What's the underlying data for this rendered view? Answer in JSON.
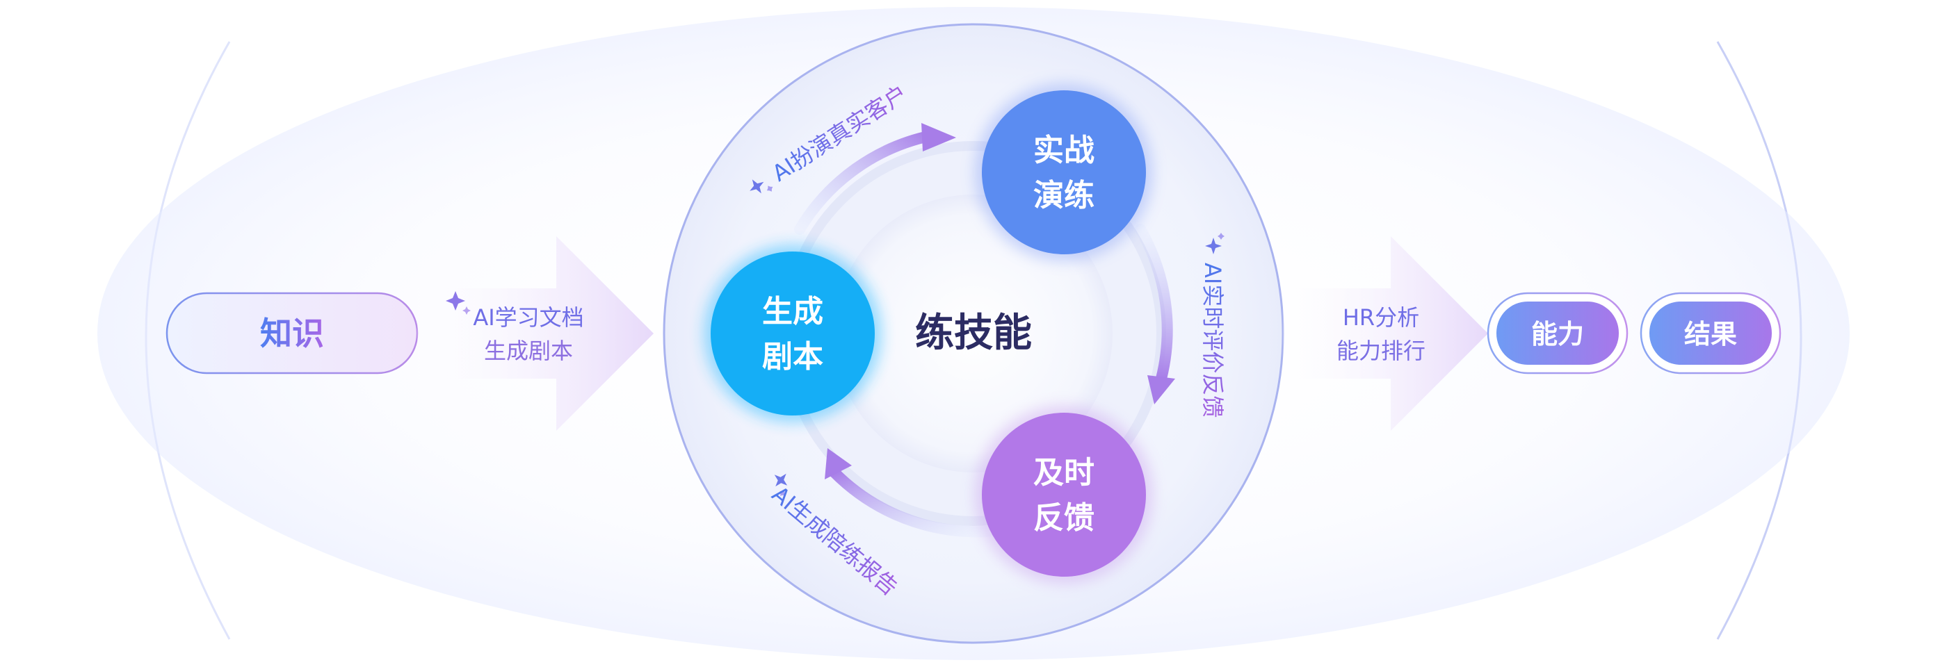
{
  "input": {
    "label": "知识"
  },
  "arrow_in": {
    "line1": "AI学习文档",
    "line2": "生成剧本"
  },
  "core": {
    "label": "练技能"
  },
  "nodes": {
    "script": {
      "line1": "生成",
      "line2": "剧本"
    },
    "practice": {
      "line1": "实战",
      "line2": "演练"
    },
    "feedback": {
      "line1": "及时",
      "line2": "反馈"
    }
  },
  "cycle_labels": {
    "role_play": "AI扮演真实客户",
    "realtime_eval": "AI实时评价反馈",
    "report": "AI生成陪练报告"
  },
  "arrow_out": {
    "line1": "HR分析",
    "line2": "能力排行"
  },
  "outputs": {
    "ability": "能力",
    "result": "结果"
  },
  "colors": {
    "blue": "#5b8cf1",
    "cyan": "#15aef6",
    "purple": "#b278e8",
    "dark_text": "#2c2c63",
    "ring_border": "#aab4f0"
  }
}
